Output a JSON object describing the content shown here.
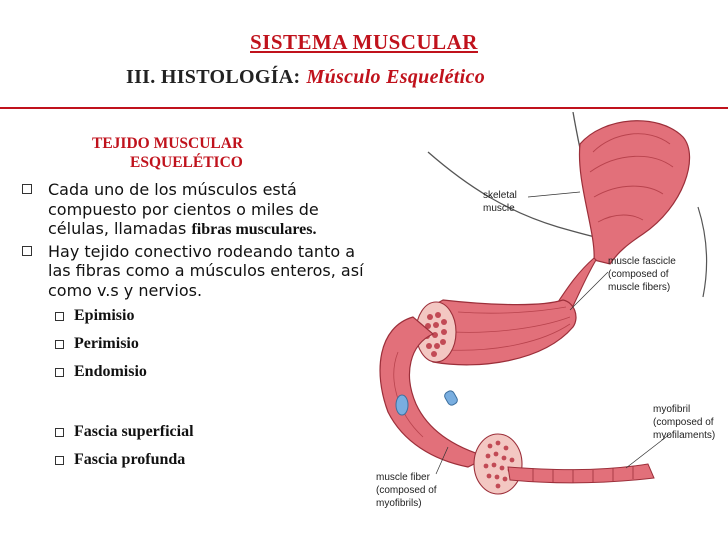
{
  "header": {
    "title": "SISTEMA MUSCULAR",
    "subtitle_main": "III. HISTOLOGÍA:",
    "subtitle_accent": "Músculo Esquelético"
  },
  "section": {
    "heading_line1": "TEJIDO MUSCULAR",
    "heading_line2": "ESQUELÉTICO"
  },
  "bullets": [
    {
      "text": "Cada uno de los músculos está compuesto por cientos o miles de células, llamadas ",
      "bold": "fibras musculares."
    },
    {
      "text": "Hay tejido conectivo rodeando tanto a las fibras como a músculos enteros, así como v.s y nervios.",
      "bold": ""
    }
  ],
  "sub_bullets": [
    "Epimisio",
    "Perimisio",
    "Endomisio"
  ],
  "sub_bullets_2": [
    "Fascia superficial",
    "Fascia profunda"
  ],
  "diagram": {
    "label_skeletal_1": "skeletal",
    "label_skeletal_2": "muscle",
    "label_fascicle_1": "muscle fascicle",
    "label_fascicle_2": "(composed of",
    "label_fascicle_3": "muscle fibers)",
    "label_myofibril_1": "myofibril",
    "label_myofibril_2": "(composed of",
    "label_myofibril_3": "myofilaments)",
    "label_fiber_1": "muscle fiber",
    "label_fiber_2": "(composed of",
    "label_fiber_3": "myofibrils)"
  },
  "colors": {
    "accent": "#c0121c",
    "muscle": "#e2707a",
    "muscle_dark": "#b8434d"
  }
}
